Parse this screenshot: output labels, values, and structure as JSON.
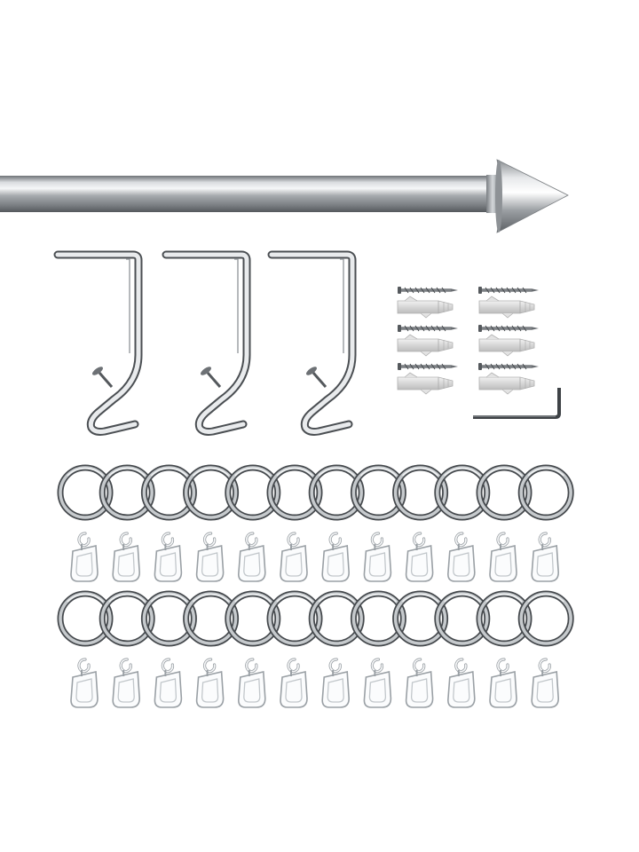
{
  "scene": {
    "subject": "curtain-rod-kit",
    "background_color": "#ffffff",
    "metal_color": "#b8bcc0",
    "hook_color": "#f4f6f8",
    "rod": {
      "finial": "cone",
      "count": 1
    },
    "brackets": {
      "count": 3
    },
    "screws": {
      "count": 6
    },
    "wall_plugs": {
      "count": 6
    },
    "allen_key": {
      "count": 1
    },
    "rings": {
      "rows": 2,
      "per_row": 12,
      "count": 24
    },
    "glider_hooks": {
      "rows": 2,
      "per_row": 12,
      "count": 24
    }
  }
}
